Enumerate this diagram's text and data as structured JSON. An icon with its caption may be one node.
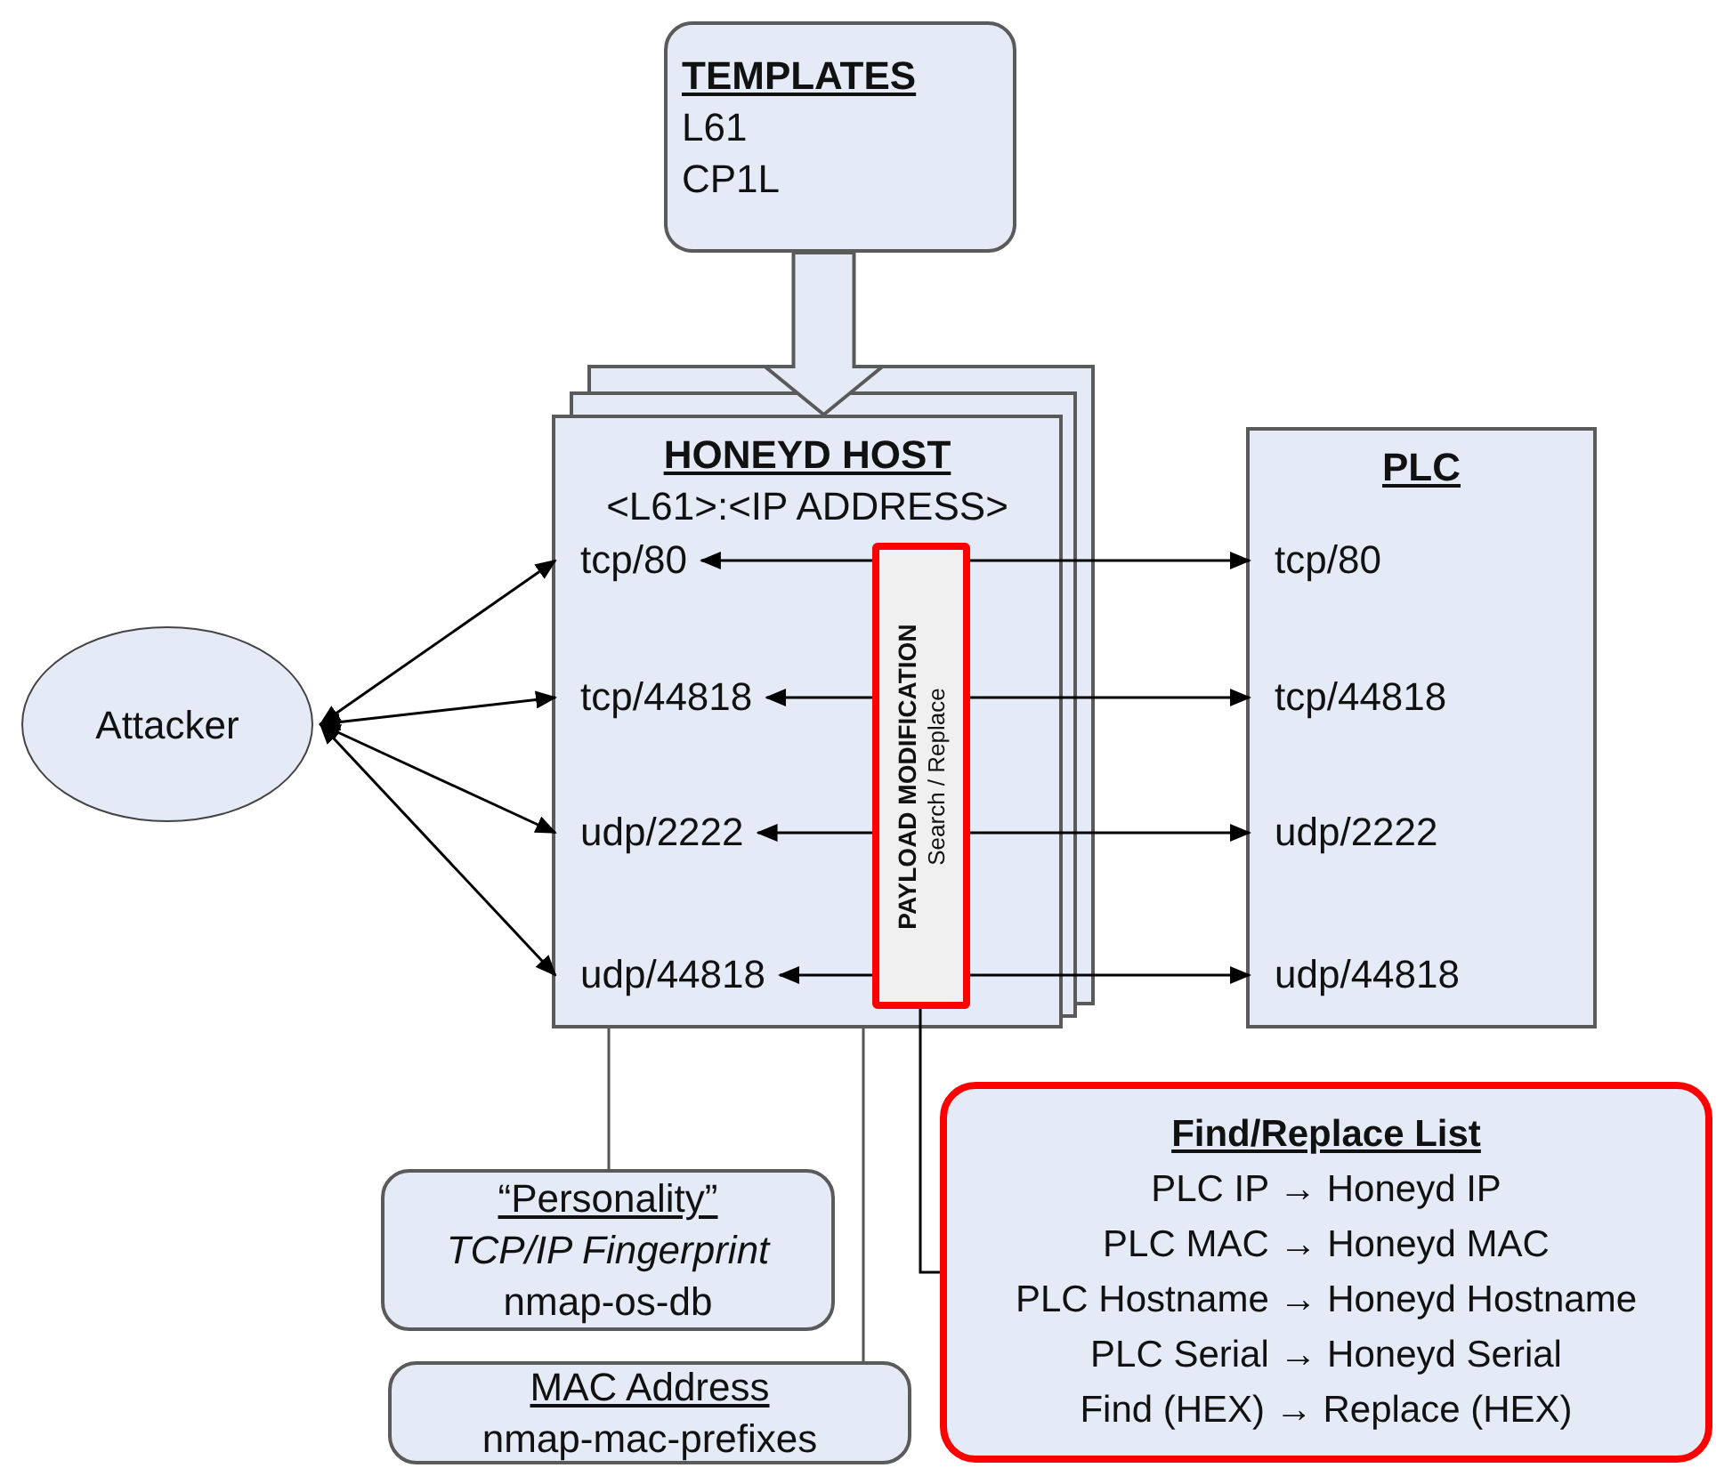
{
  "diagram": {
    "nodes": [
      {
        "text": [
          "TEMPLATES",
          "L61",
          "CP1L"
        ]
      },
      {
        "text": [
          "HONEYD HOST",
          "<L61>:<IP ADDRESS>"
        ]
      },
      {
        "text": [
          "tcp/80"
        ],
        "in": 1
      },
      {
        "text": [
          "tcp/44818"
        ],
        "in": 1
      },
      {
        "text": [
          "udp/2222"
        ],
        "in": 1
      },
      {
        "text": [
          "udp/44818"
        ],
        "in": 1
      },
      {
        "text": [
          "PAYLOAD MODIFICATION",
          "Search / Replace"
        ],
        "in": 1
      },
      {
        "text": [
          "PLC"
        ]
      },
      {
        "text": [
          "tcp/80"
        ],
        "in": 7
      },
      {
        "text": [
          "tcp/44818"
        ],
        "in": 7
      },
      {
        "text": [
          "udp/2222"
        ],
        "in": 7
      },
      {
        "text": [
          "udp/44818"
        ],
        "in": 7
      },
      {
        "text": [
          "Attacker"
        ]
      },
      {
        "text": [
          "“Personality”",
          "TCP/IP Fingerprint",
          "nmap-os-db"
        ]
      },
      {
        "text": [
          "MAC Address",
          "nmap-mac-prefixes"
        ]
      },
      {
        "text": [
          "Find/Replace List",
          "PLC IP → Honeyd IP",
          "PLC MAC → Honeyd MAC",
          "PLC Hostname → Honeyd Hostname",
          "PLC Serial → Honeyd Serial",
          "Find (HEX) → Replace (HEX)"
        ]
      }
    ],
    "edges": [
      {
        "from": 0,
        "to": 1,
        "arrow": "to",
        "style": "thick"
      },
      {
        "from": 12,
        "to": 2,
        "arrow": "both"
      },
      {
        "from": 12,
        "to": 3,
        "arrow": "both"
      },
      {
        "from": 12,
        "to": 4,
        "arrow": "both"
      },
      {
        "from": 12,
        "to": 5,
        "arrow": "both"
      },
      {
        "from": 6,
        "to": 2,
        "arrow": "to"
      },
      {
        "from": 6,
        "to": 3,
        "arrow": "to"
      },
      {
        "from": 6,
        "to": 4,
        "arrow": "to"
      },
      {
        "from": 6,
        "to": 5,
        "arrow": "to"
      },
      {
        "from": 6,
        "to": 8,
        "arrow": "to"
      },
      {
        "from": 6,
        "to": 9,
        "arrow": "to"
      },
      {
        "from": 6,
        "to": 10,
        "arrow": "to"
      },
      {
        "from": 6,
        "to": 11,
        "arrow": "to"
      },
      {
        "from": 1,
        "to": 13,
        "arrow": "none"
      },
      {
        "from": 1,
        "to": 14,
        "arrow": "none"
      },
      {
        "from": 6,
        "to": 15,
        "arrow": "none"
      }
    ]
  }
}
